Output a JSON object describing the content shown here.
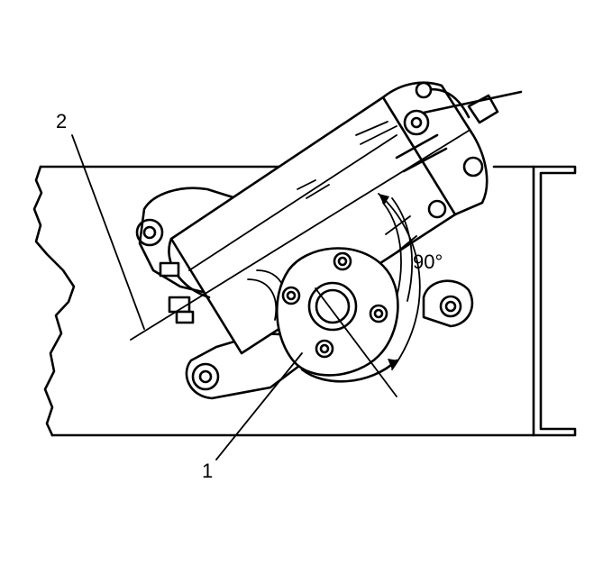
{
  "diagram": {
    "callouts": [
      {
        "id": "1",
        "text": "1"
      },
      {
        "id": "2",
        "text": "2"
      }
    ],
    "angle_label": "90°",
    "colors": {
      "ink": "#000000",
      "background": "#ffffff"
    }
  }
}
